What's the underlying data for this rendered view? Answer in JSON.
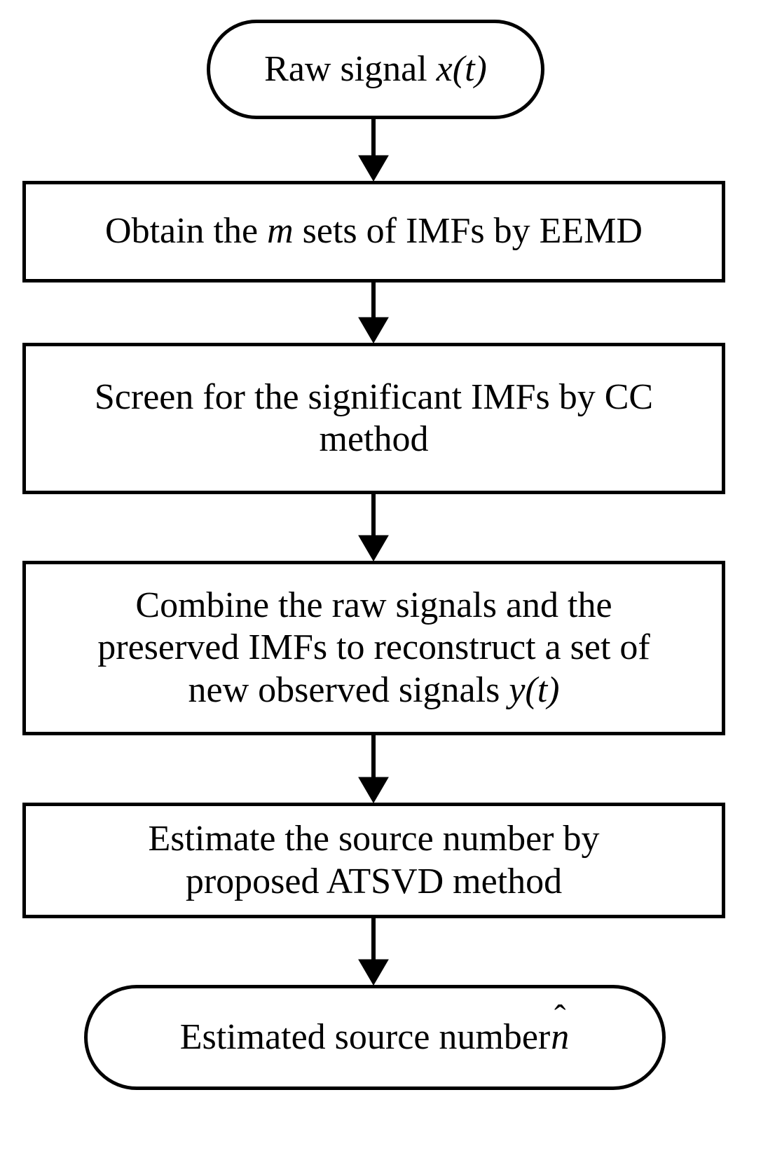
{
  "diagram": {
    "title": "EEMD-ATSVD source number estimation flowchart",
    "background_color": "#ffffff",
    "stroke_color": "#000000",
    "nodes": [
      {
        "id": "raw-signal",
        "shape": "terminal",
        "text_plain": "Raw signal x(t)",
        "text_before": "Raw signal ",
        "math": "x(t)",
        "text_after": ""
      },
      {
        "id": "eemd",
        "shape": "process",
        "text_plain": "Obtain the m sets of IMFs by EEMD",
        "text_before": "Obtain the ",
        "math": "m",
        "text_after": " sets of IMFs by EEMD"
      },
      {
        "id": "cc-screen",
        "shape": "process",
        "text_plain": "Screen for the significant IMFs by CC method",
        "line1": "Screen for the significant IMFs by CC",
        "line2": "method"
      },
      {
        "id": "combine",
        "shape": "process",
        "text_plain": "Combine the raw signals and the preserved IMFs to reconstruct a set of new observed signals y(t)",
        "line1": "Combine the raw signals and the",
        "line2": "preserved IMFs to reconstruct a set of",
        "line3_before": "new observed signals ",
        "line3_math": "y(t)"
      },
      {
        "id": "atsvd",
        "shape": "process",
        "text_plain": "Estimate the source number by proposed ATSVD method",
        "line1": "Estimate the source number by",
        "line2": "proposed ATSVD method"
      },
      {
        "id": "estimated",
        "shape": "terminal",
        "text_plain": "Estimated source number n̂",
        "text_before": "Estimated source number",
        "math_base": "n",
        "math_accent": "ˆ"
      }
    ],
    "arrows": [
      {
        "id": "arrow-1",
        "from": "raw-signal",
        "to": "eemd",
        "icon": "down-arrow-icon"
      },
      {
        "id": "arrow-2",
        "from": "eemd",
        "to": "cc-screen",
        "icon": "down-arrow-icon"
      },
      {
        "id": "arrow-3",
        "from": "cc-screen",
        "to": "combine",
        "icon": "down-arrow-icon"
      },
      {
        "id": "arrow-4",
        "from": "combine",
        "to": "atsvd",
        "icon": "down-arrow-icon"
      },
      {
        "id": "arrow-5",
        "from": "atsvd",
        "to": "estimated",
        "icon": "down-arrow-icon"
      }
    ]
  }
}
